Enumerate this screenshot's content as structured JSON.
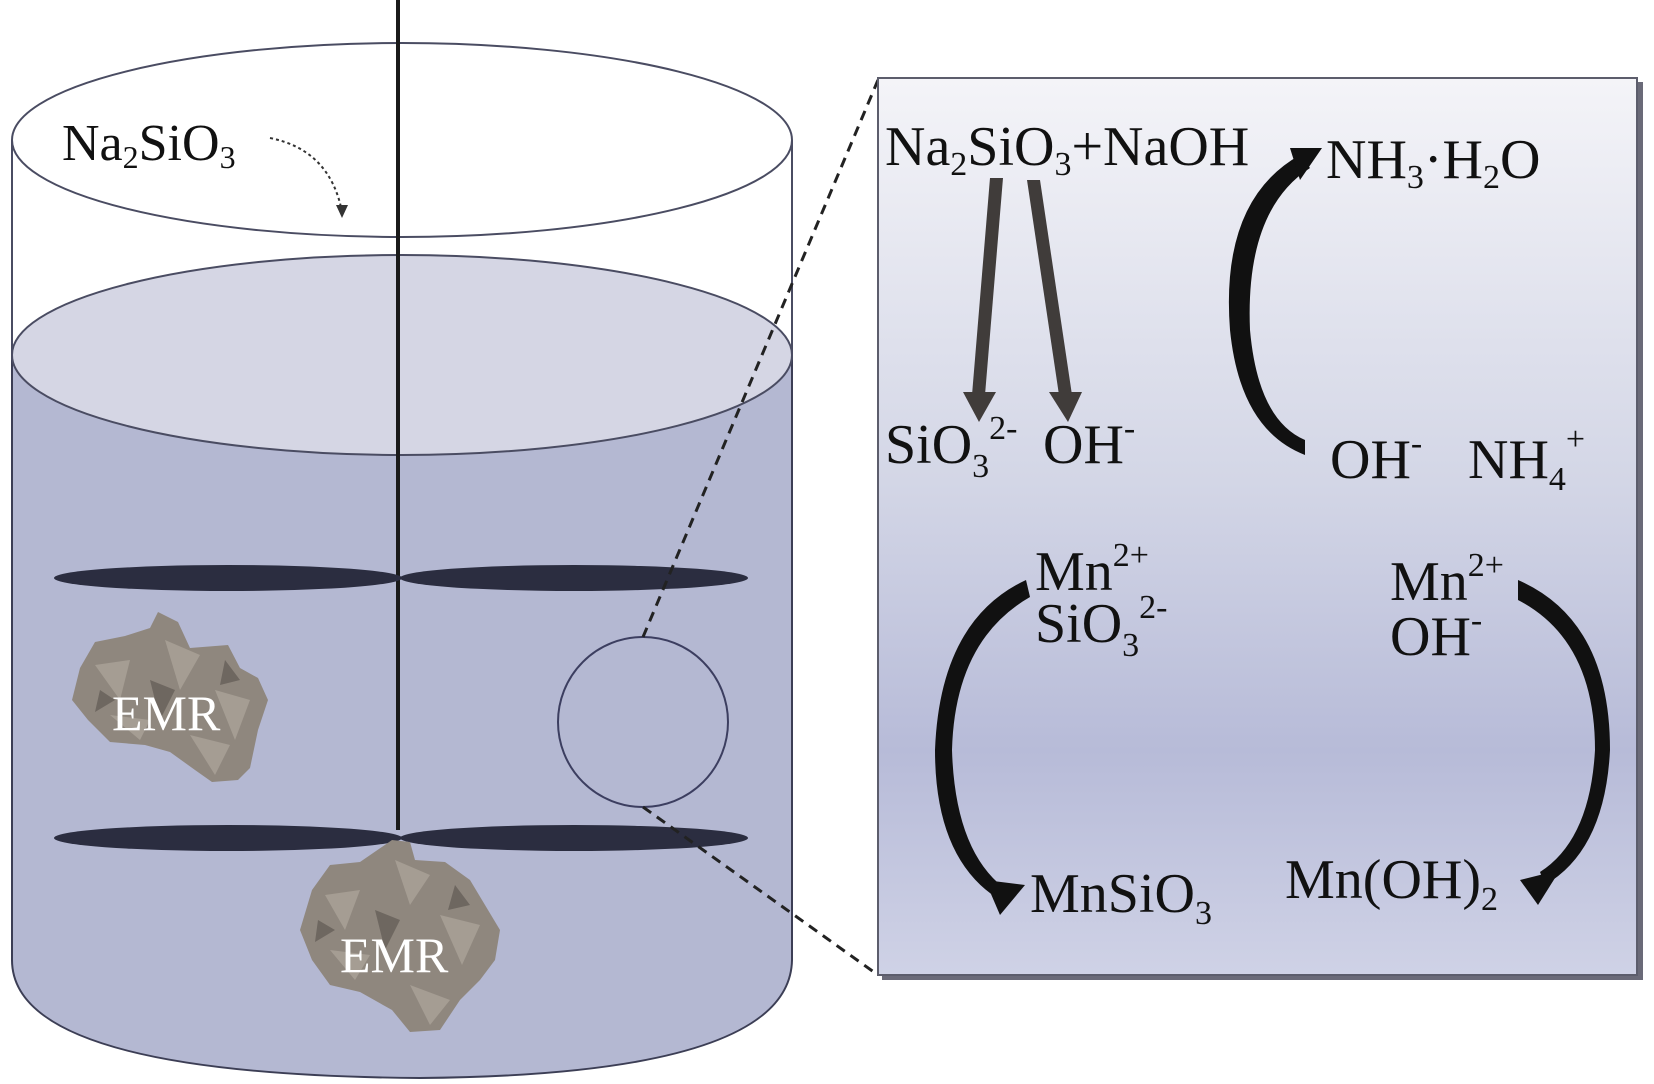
{
  "left_panel": {
    "reagent_label": {
      "base": "Na",
      "sub1": "2",
      "mid": "SiO",
      "sub2": "3"
    },
    "particles": [
      {
        "label": "EMR"
      },
      {
        "label": "EMR"
      }
    ]
  },
  "right_panel": {
    "reactant": {
      "t1": "Na",
      "s1": "2",
      "t2": "SiO",
      "s2": "3",
      "t3": "+NaOH"
    },
    "ammonia": {
      "t1": "NH",
      "s1": "3",
      "t2": "·H",
      "s2": "2",
      "t3": "O"
    },
    "silicate_ion": {
      "t1": "SiO",
      "s1": "3",
      "sup": "2-"
    },
    "hydroxide_left": {
      "t1": "OH",
      "sup": "-"
    },
    "hydroxide_right": {
      "t1": "OH",
      "sup": "-"
    },
    "ammonium": {
      "t1": "NH",
      "s1": "4",
      "sup": "+"
    },
    "mn_left": {
      "t1": "Mn",
      "sup": "2+"
    },
    "silicate_left": {
      "t1": "SiO",
      "s1": "3",
      "sup": "2-"
    },
    "mn_right": {
      "t1": "Mn",
      "sup": "2+"
    },
    "oh_right": {
      "t1": "OH",
      "sup": "-"
    },
    "product_silicate": {
      "t1": "MnSiO",
      "s1": "3"
    },
    "product_hydroxide": {
      "t1": "Mn(OH)",
      "s1": "2"
    }
  },
  "colors": {
    "liquid": "#b4b8d2",
    "liquid_surface": "#d5d6e4",
    "impeller": "#2b2d40",
    "rock": "#8f877e",
    "arrow": "#111111",
    "straight_arrow": "#403c3a",
    "panel_top": "#f2f2f6",
    "panel_bottom": "#b9bdd8"
  }
}
